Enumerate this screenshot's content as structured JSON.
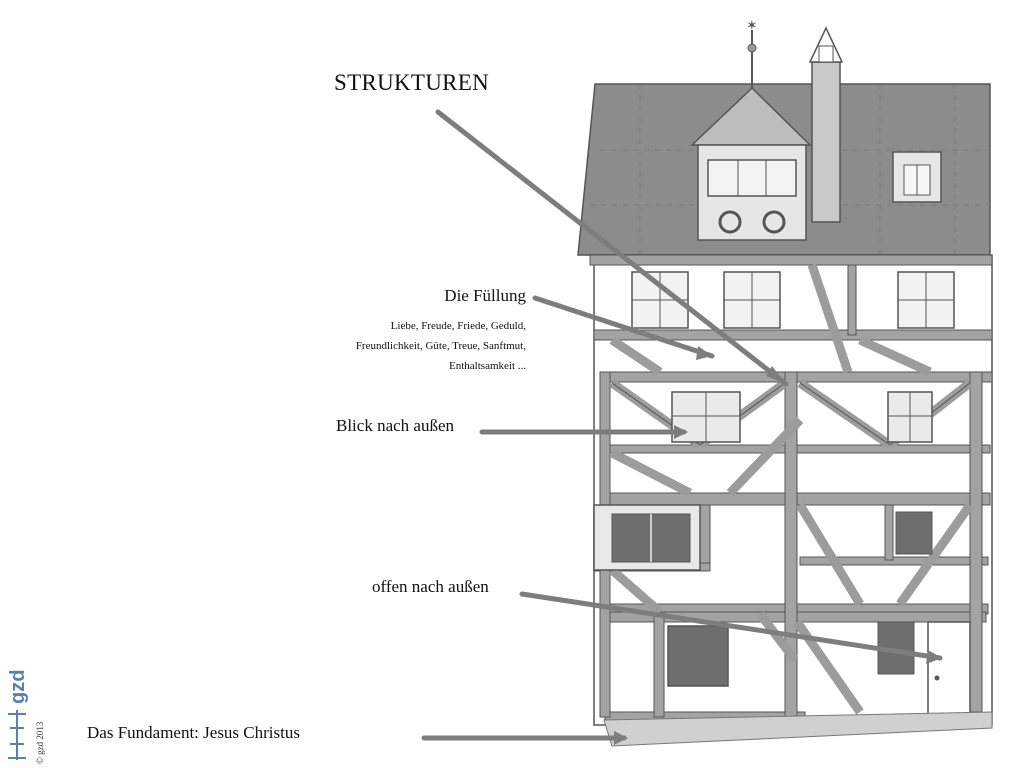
{
  "labels": {
    "title": "STRUKTUREN",
    "filling_title": "Die Füllung",
    "filling_desc_1": "Liebe, Freude, Friede, Geduld,",
    "filling_desc_2": "Freundlichkeit, Güte, Treue, Sanftmut,",
    "filling_desc_3": "Enthaltsamkeit ...",
    "view_out": "Blick nach außen",
    "open_out": "offen nach außen",
    "foundation": "Das Fundament: Jesus Christus"
  },
  "footer": {
    "logo_text": "gzd",
    "copyright": "© gzd 2013"
  },
  "colors": {
    "roof": "#8c8c8c",
    "timber": "#9a9a9a",
    "window_dark": "#6e6e6e",
    "arrow": "#777777",
    "logo": "#5a7fb5"
  }
}
